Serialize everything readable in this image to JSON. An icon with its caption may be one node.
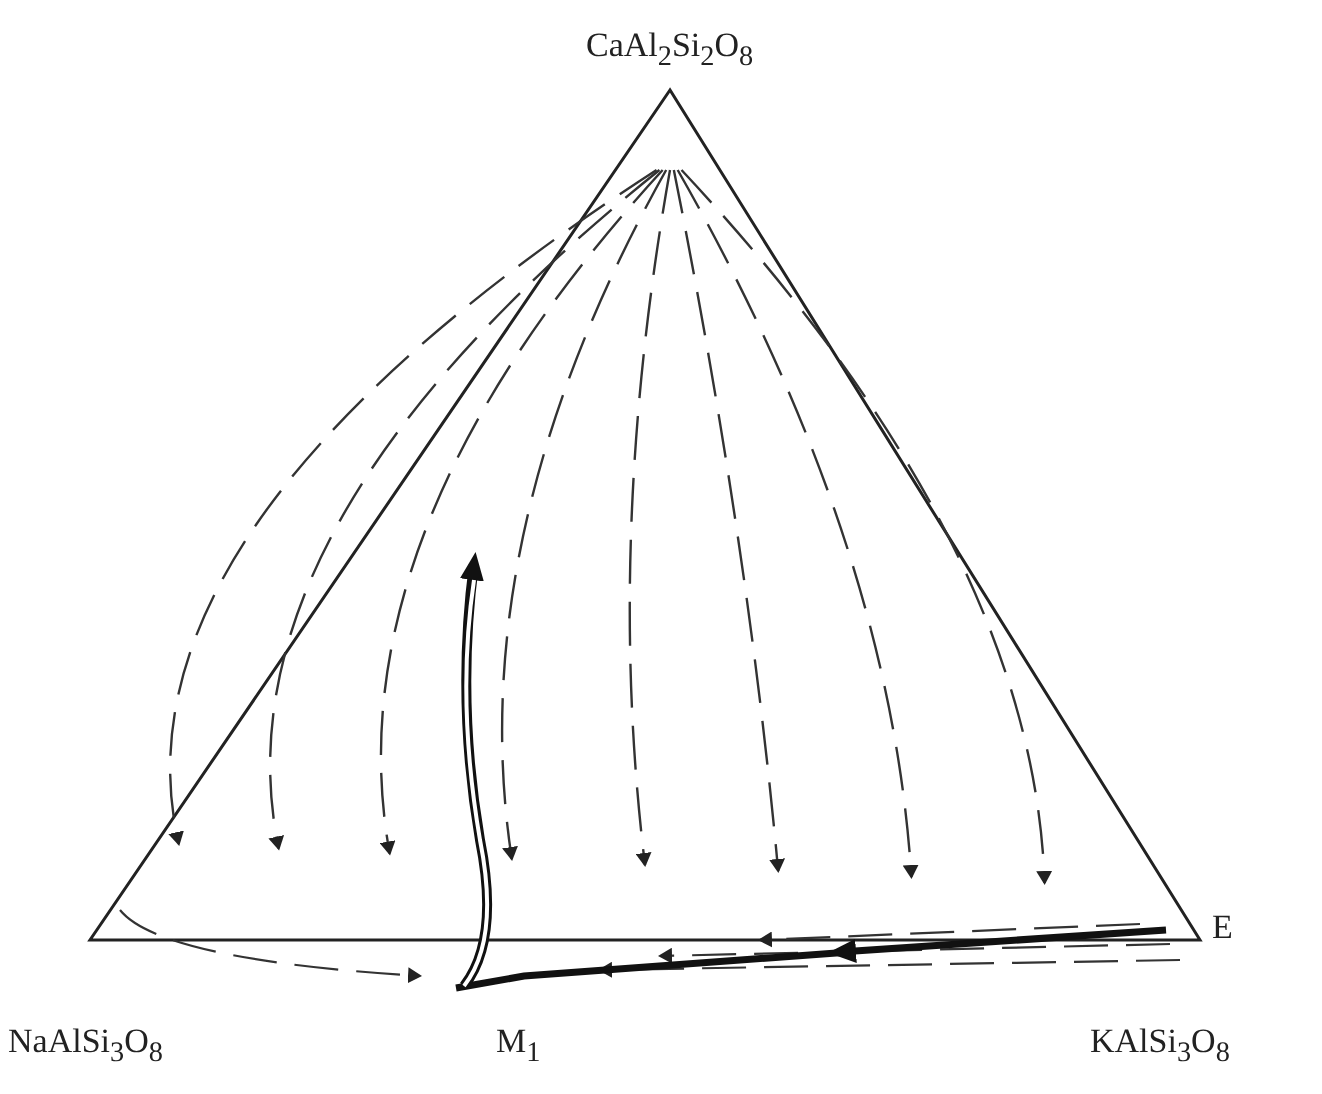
{
  "diagram": {
    "labels": [
      "CaAl$_{2}$Si$_{2}$O$_{8}$",
      "E",
      "NaAlSi$_{3}$O$_{8}$",
      "M$_{1}$",
      "KAlSi$_{3}$O$_{8}$"
    ]
  }
}
